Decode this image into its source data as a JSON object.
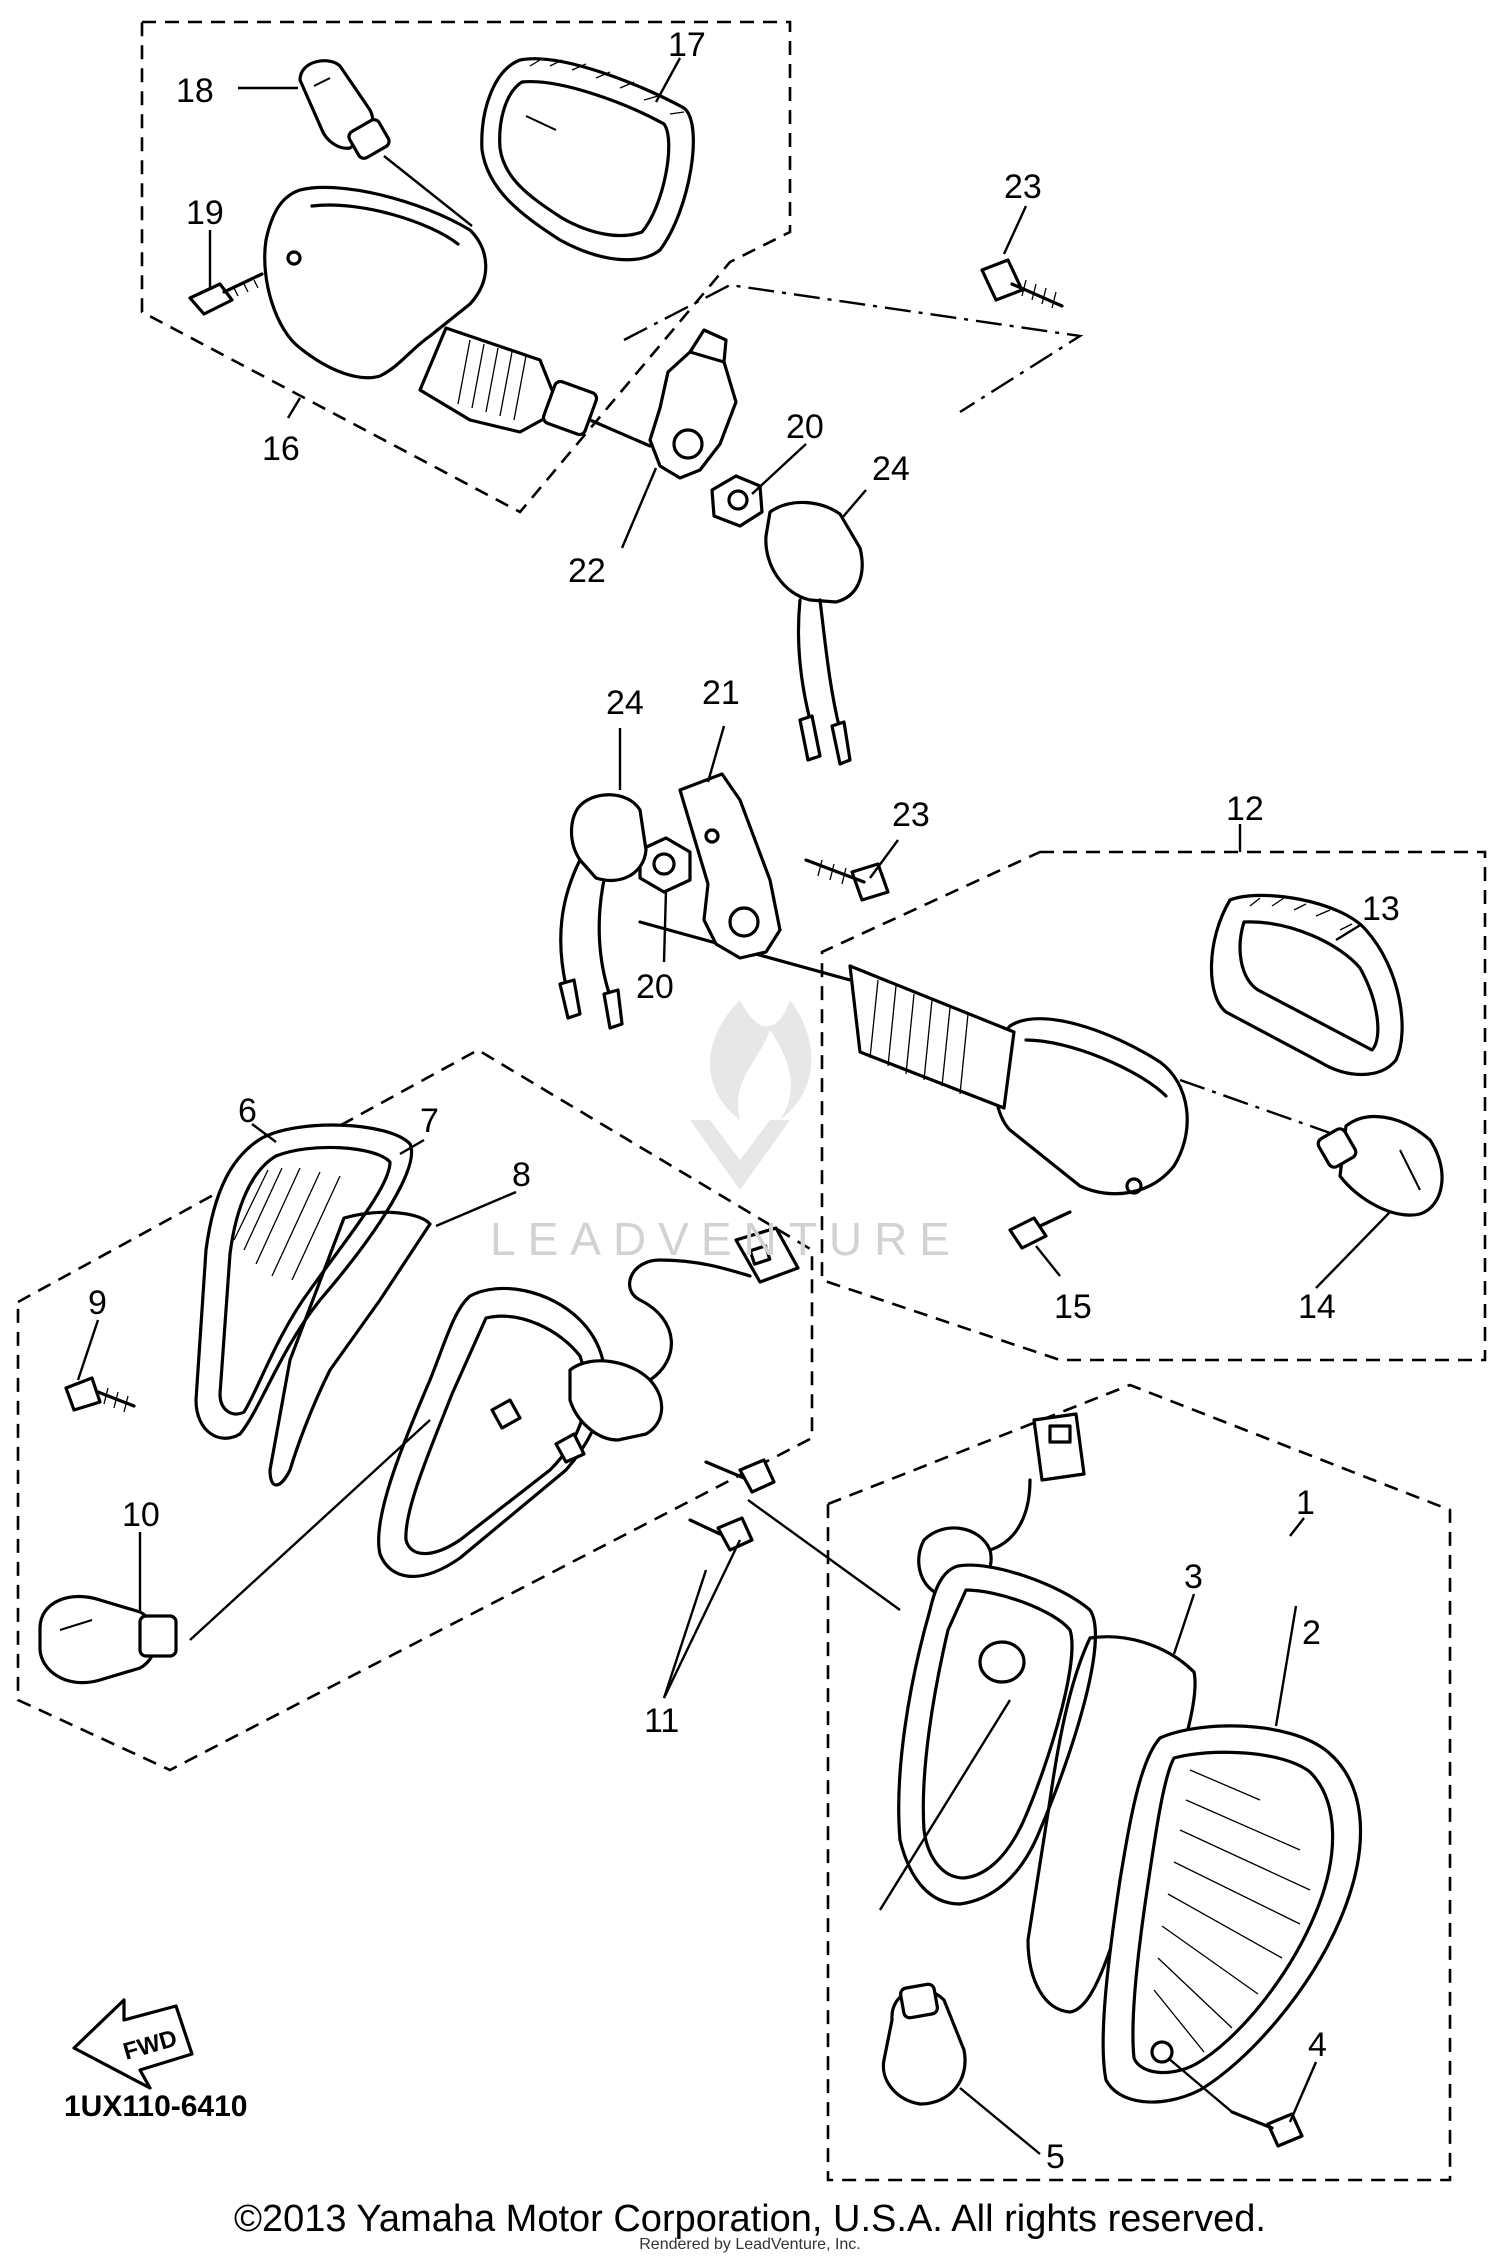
{
  "diagram": {
    "drawing_number": "1UX110-6410",
    "fwd_label": "FWD",
    "copyright": "©2013 Yamaha Motor Corporation, U.S.A. All rights reserved.",
    "credit": "Rendered by LeadVenture, Inc.",
    "watermark": "LEADVENTURE",
    "callouts": {
      "c1": "1",
      "c2": "2",
      "c3": "3",
      "c4": "4",
      "c5": "5",
      "c6": "6",
      "c7": "7",
      "c8": "8",
      "c9": "9",
      "c10": "10",
      "c11": "11",
      "c12": "12",
      "c13": "13",
      "c14": "14",
      "c15": "15",
      "c16": "16",
      "c17": "17",
      "c18": "18",
      "c19": "19",
      "c20a": "20",
      "c20b": "20",
      "c21": "21",
      "c22": "22",
      "c23a": "23",
      "c23b": "23",
      "c24a": "24",
      "c24b": "24"
    }
  }
}
